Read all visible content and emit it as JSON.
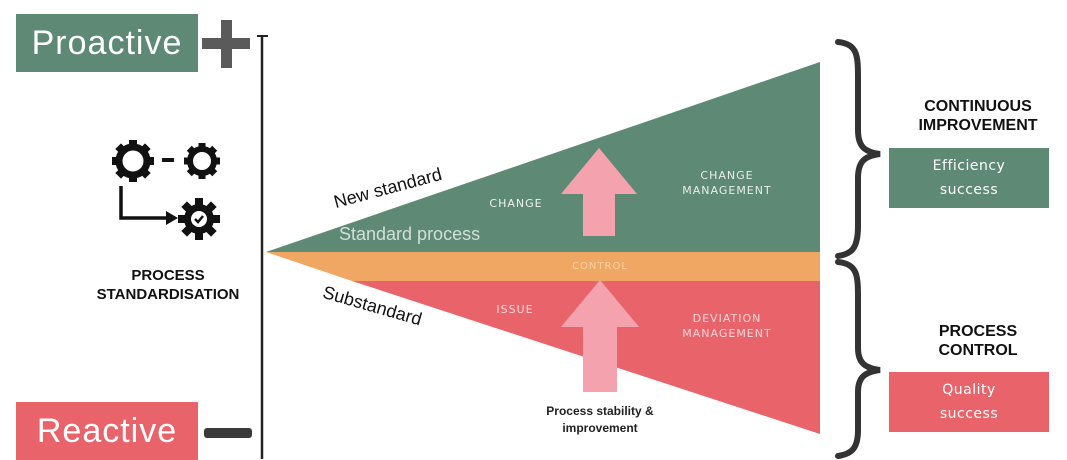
{
  "axis": {
    "top_label": "Proactive",
    "bottom_label": "Reactive",
    "top_color": "#5e8a75",
    "bottom_color": "#e8646a"
  },
  "left": {
    "icon": "gears-process-icon",
    "label_line1": "PROCESS",
    "label_line2": "STANDARDISATION"
  },
  "funnel": {
    "upper_zone_color": "#5e8a75",
    "control_band_color": "#f0a763",
    "lower_zone_color": "#e8646a",
    "arrow_color": "#f4a3ae",
    "new_standard": "New standard",
    "standard_process": "Standard process",
    "change": "CHANGE",
    "change_management_line1": "CHANGE",
    "change_management_line2": "MANAGEMENT",
    "control": "CONTROL",
    "substandard": "Substandard",
    "issue": "ISSUE",
    "deviation_management_line1": "DEVIATION",
    "deviation_management_line2": "MANAGEMENT",
    "stability_line1": "Process stability &",
    "stability_line2": "improvement"
  },
  "right": {
    "upper_title_line1": "CONTINUOUS",
    "upper_title_line2": "IMPROVEMENT",
    "upper_box_line1": "Efficiency",
    "upper_box_line2": "success",
    "lower_title_line1": "PROCESS",
    "lower_title_line2": "CONTROL",
    "lower_box_line1": "Quality",
    "lower_box_line2": "success"
  }
}
